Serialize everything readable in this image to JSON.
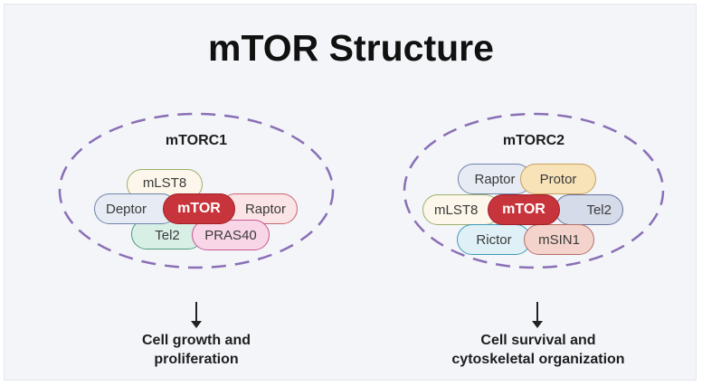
{
  "title": "mTOR Structure",
  "colors": {
    "dash": "#8a6fb5",
    "mtor_fill": "#c8343c",
    "mtor_border": "#9e2028",
    "mLST8": {
      "fill": "#fdf6ea",
      "border": "#9ab06b"
    },
    "Deptor": {
      "fill": "#e6ebf4",
      "border": "#6f84a8"
    },
    "Raptor_c1": {
      "fill": "#fbe4e6",
      "border": "#c8646e"
    },
    "Tel2_c1": {
      "fill": "#d8efe6",
      "border": "#4f9a7c"
    },
    "PRAS40": {
      "fill": "#f8d6e8",
      "border": "#c75693"
    },
    "Raptor_c2": {
      "fill": "#e6ebf4",
      "border": "#6f84a8"
    },
    "Protor": {
      "fill": "#f8e3b8",
      "border": "#c4a15d"
    },
    "mLST8_c2": {
      "fill": "#fdf6ea",
      "border": "#9ab06b"
    },
    "Tel2_c2": {
      "fill": "#d6dbea",
      "border": "#66729a"
    },
    "Rictor": {
      "fill": "#dff0f6",
      "border": "#3f9ab9"
    },
    "mSIN1": {
      "fill": "#f4d3cc",
      "border": "#b5706b"
    }
  },
  "mtorc1": {
    "label": "mTORC1",
    "proteins": {
      "mLST8": "mLST8",
      "Deptor": "Deptor",
      "mTOR": "mTOR",
      "Raptor": "Raptor",
      "Tel2": "Tel2",
      "PRAS40": "PRAS40"
    },
    "outcome": [
      "Cell growth and",
      "proliferation"
    ]
  },
  "mtorc2": {
    "label": "mTORC2",
    "proteins": {
      "Raptor": "Raptor",
      "Protor": "Protor",
      "mLST8": "mLST8",
      "mTOR": "mTOR",
      "Tel2": "Tel2",
      "Rictor": "Rictor",
      "mSIN1": "mSIN1"
    },
    "outcome": [
      "Cell survival and",
      "cytoskeletal organization"
    ]
  }
}
